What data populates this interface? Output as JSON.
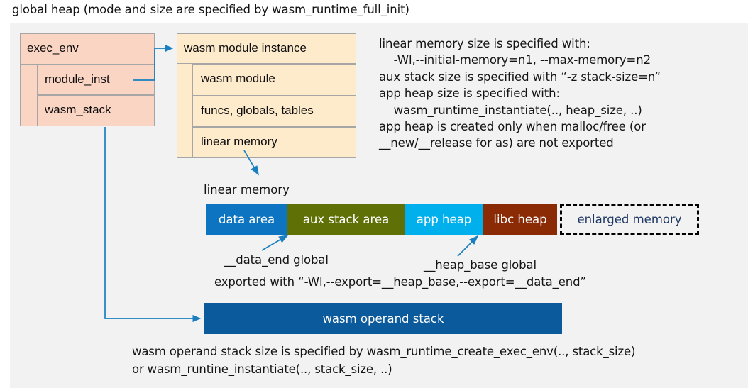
{
  "title": "global heap (mode and size are specified by wasm_runtime_full_init)",
  "colors": {
    "panel_bg": "#f2f2f2",
    "exec_env_fill": "#fbd5c4",
    "module_inst_fill": "#fdebcb",
    "box_border": "#a6a6a6",
    "arrow": "#1a7fc1",
    "data_area": "#0c74c0",
    "aux_stack_area": "#5f7006",
    "app_heap": "#00b0ec",
    "libc_heap": "#8a2b05",
    "enlarged_memory_text": "#1f3864",
    "operand_stack": "#0a5a9c",
    "text": "#141414"
  },
  "exec_env": {
    "header": "exec_env",
    "rows": [
      {
        "label": "module_inst"
      },
      {
        "label": "wasm_stack"
      }
    ]
  },
  "module_instance": {
    "header": "wasm module instance",
    "rows": [
      {
        "label": "wasm module"
      },
      {
        "label": "funcs, globals, tables"
      },
      {
        "label": "linear memory"
      }
    ]
  },
  "right_note": "linear memory size is specified with:\n    -Wl,--initial-memory=n1, --max-memory=n2\naux stack size is specified with “-z stack-size=n”\napp heap size is specified with:\n    wasm_runtime_instantiate(.., heap_size, ..)\napp heap is created only when malloc/free (or\n__new/__release for as) are not exported",
  "linear_memory": {
    "caption": "linear memory",
    "segments": [
      {
        "label": "data area",
        "color": "#0c74c0",
        "width": 115,
        "text_color": "#ffffff",
        "dashed": false
      },
      {
        "label": "aux stack area",
        "color": "#5f7006",
        "width": 165,
        "text_color": "#ffffff",
        "dashed": false
      },
      {
        "label": "app heap",
        "color": "#00b0ec",
        "width": 111,
        "text_color": "#ffffff",
        "dashed": false
      },
      {
        "label": "libc heap",
        "color": "#8a2b05",
        "width": 104,
        "text_color": "#ffffff",
        "dashed": false
      },
      {
        "label": "enlarged memory",
        "color": "#f2f2f2",
        "width": 196,
        "text_color": "#1f3864",
        "dashed": true
      }
    ],
    "annotations": {
      "data_end": "__data_end global",
      "heap_base": "__heap_base global",
      "exported": "exported with “-Wl,--export=__heap_base,--export=__data_end”"
    }
  },
  "operand_stack": {
    "label": "wasm operand stack",
    "note": "wasm operand stack size is specified by wasm_runtime_create_exec_env(.., stack_size)\nor wasm_runtine_instantiate(.., stack_size, ..)"
  }
}
